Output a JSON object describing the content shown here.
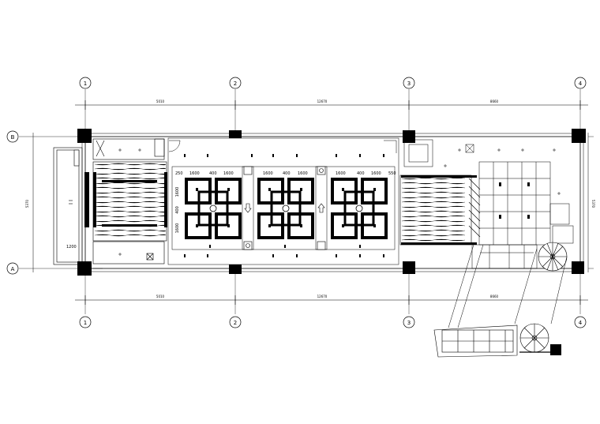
{
  "drawing": {
    "grid_columns": [
      "1",
      "2",
      "3",
      "4"
    ],
    "grid_rows": [
      "B",
      "A"
    ],
    "top_dims": [
      "5010",
      "12670",
      "8660"
    ],
    "bottom_dims": [
      "5010",
      "12670",
      "8660"
    ],
    "side_dim": "5370",
    "ceiling_dims_row": [
      "250",
      "1600",
      "400",
      "1600",
      "1600",
      "400",
      "1600",
      "1600",
      "400",
      "1600",
      "550"
    ],
    "ceiling_dims_col": [
      "1600",
      "400",
      "1600"
    ],
    "left_dim": "1200"
  }
}
